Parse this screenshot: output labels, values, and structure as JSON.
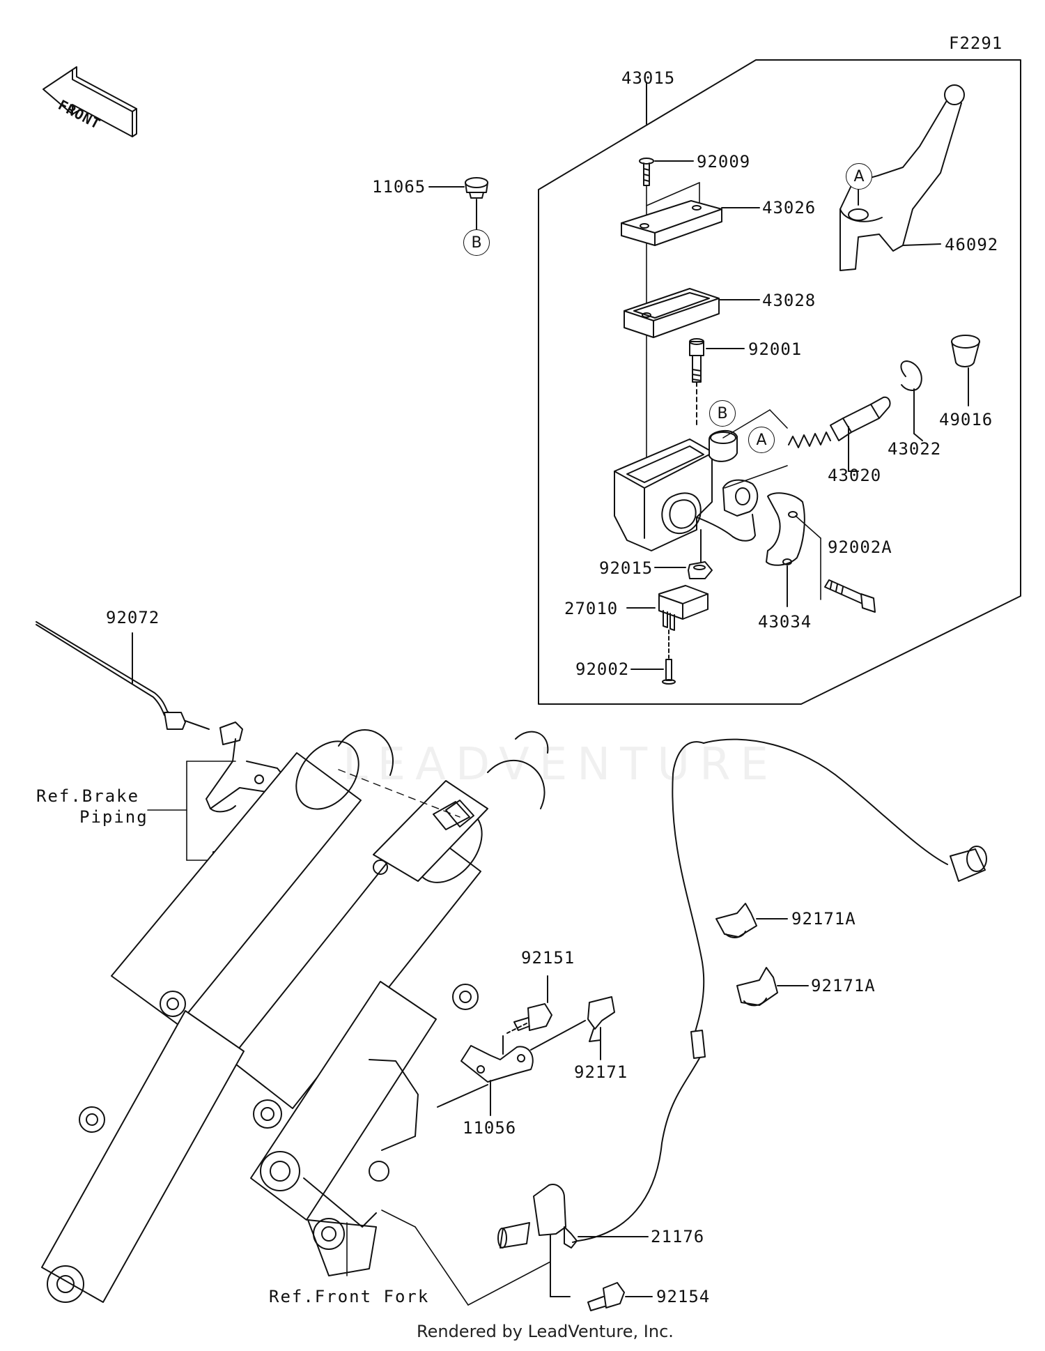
{
  "diagram_id": "F2291",
  "front_label": "FRONT",
  "parts": {
    "p43015": "43015",
    "p92009": "92009",
    "p43026": "43026",
    "p43028": "43028",
    "p92001": "92001",
    "p46092": "46092",
    "p49016": "49016",
    "p43022": "43022",
    "p43020": "43020",
    "p92002A": "92002A",
    "p43034": "43034",
    "p92015": "92015",
    "p27010": "27010",
    "p92002": "92002",
    "p11065": "11065",
    "p92072": "92072",
    "p92171A_1": "92171A",
    "p92171A_2": "92171A",
    "p92151": "92151",
    "p92171": "92171",
    "p11056": "11056",
    "p21176": "21176",
    "p92154": "92154"
  },
  "refs": {
    "brake_piping_1": "Ref.Brake",
    "brake_piping_2": "Piping",
    "front_fork": "Ref.Front Fork"
  },
  "markers": {
    "a_lever": "A",
    "b_cap": "B",
    "b_body": "B",
    "a_body": "A"
  },
  "watermark": "LEADVENTURE",
  "footer": "Rendered by LeadVenture, Inc."
}
